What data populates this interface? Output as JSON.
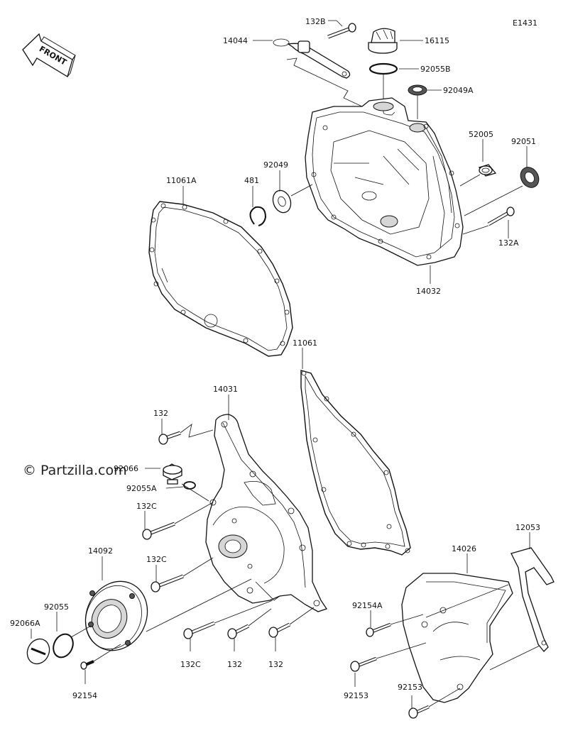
{
  "diagram_code": "E1431",
  "front_label": "FRONT",
  "watermark": "© Partzilla.com",
  "parts": {
    "p132B": "132B",
    "p14044": "14044",
    "p16115": "16115",
    "p92055B": "92055B",
    "p92049A": "92049A",
    "p52005": "52005",
    "p92051": "92051",
    "p11061A": "11061A",
    "p481": "481",
    "p92049": "92049",
    "p132A": "132A",
    "p14032": "14032",
    "p11061": "11061",
    "p14031": "14031",
    "p132_a": "132",
    "p92066": "92066",
    "p92055A": "92055A",
    "p132C_a": "132C",
    "p132C_b": "132C",
    "p14092": "14092",
    "p92055": "92055",
    "p92066A": "92066A",
    "p92154": "92154",
    "p132C_c": "132C",
    "p132_b": "132",
    "p132_c": "132",
    "p12053": "12053",
    "p14026": "14026",
    "p92154A": "92154A",
    "p92153_a": "92153",
    "p92153_b": "92153"
  }
}
